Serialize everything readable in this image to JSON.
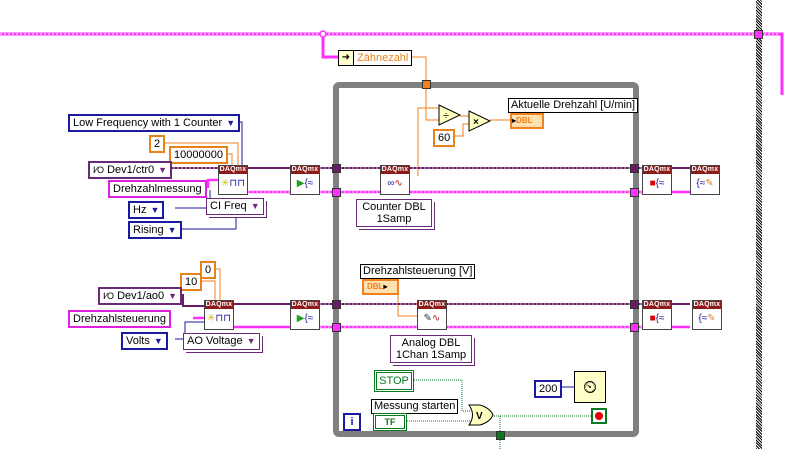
{
  "diagram": {
    "type": "LabVIEW block diagram",
    "wire_colors": {
      "daq_task": "#6b1a66",
      "string": "#ff30ff",
      "numeric_dbl": "#f08020",
      "numeric_int": "#1a1aa0",
      "boolean": "#0a7a20"
    }
  },
  "top": {
    "local_variable": "Zähnezahl"
  },
  "counter_section": {
    "measurement_type": "Low Frequency with 1 Counter",
    "divisor_const": "2",
    "max_const": "10000000",
    "channel": "Dev1/ctr0",
    "task_name": "Drehzahlmessung",
    "units": "Hz",
    "edge": "Rising",
    "create_channel_mode": "CI Freq",
    "read_mode_line1": "Counter DBL",
    "read_mode_line2": "1Samp",
    "divide_symbol": "÷",
    "multiply_symbol": "×",
    "const_60": "60",
    "indicator_label": "Aktuelle Drehzahl [U/min]",
    "indicator_type": "DBL"
  },
  "analog_section": {
    "max_const": "10",
    "min_const": "0",
    "channel": "Dev1/ao0",
    "task_name": "Drehzahlsteuerung",
    "units": "Volts",
    "create_channel_mode": "AO Voltage",
    "control_label": "Drehzahlsteuerung [V]",
    "control_type": "DBL",
    "write_mode_line1": "Analog DBL",
    "write_mode_line2": "1Chan 1Samp"
  },
  "loop": {
    "stop_button": "STOP",
    "start_label": "Messung starten",
    "start_type": "TF",
    "or_symbol": "V",
    "wait_ms": "200",
    "iteration_label": "i"
  },
  "daq_header": "DAQmx"
}
